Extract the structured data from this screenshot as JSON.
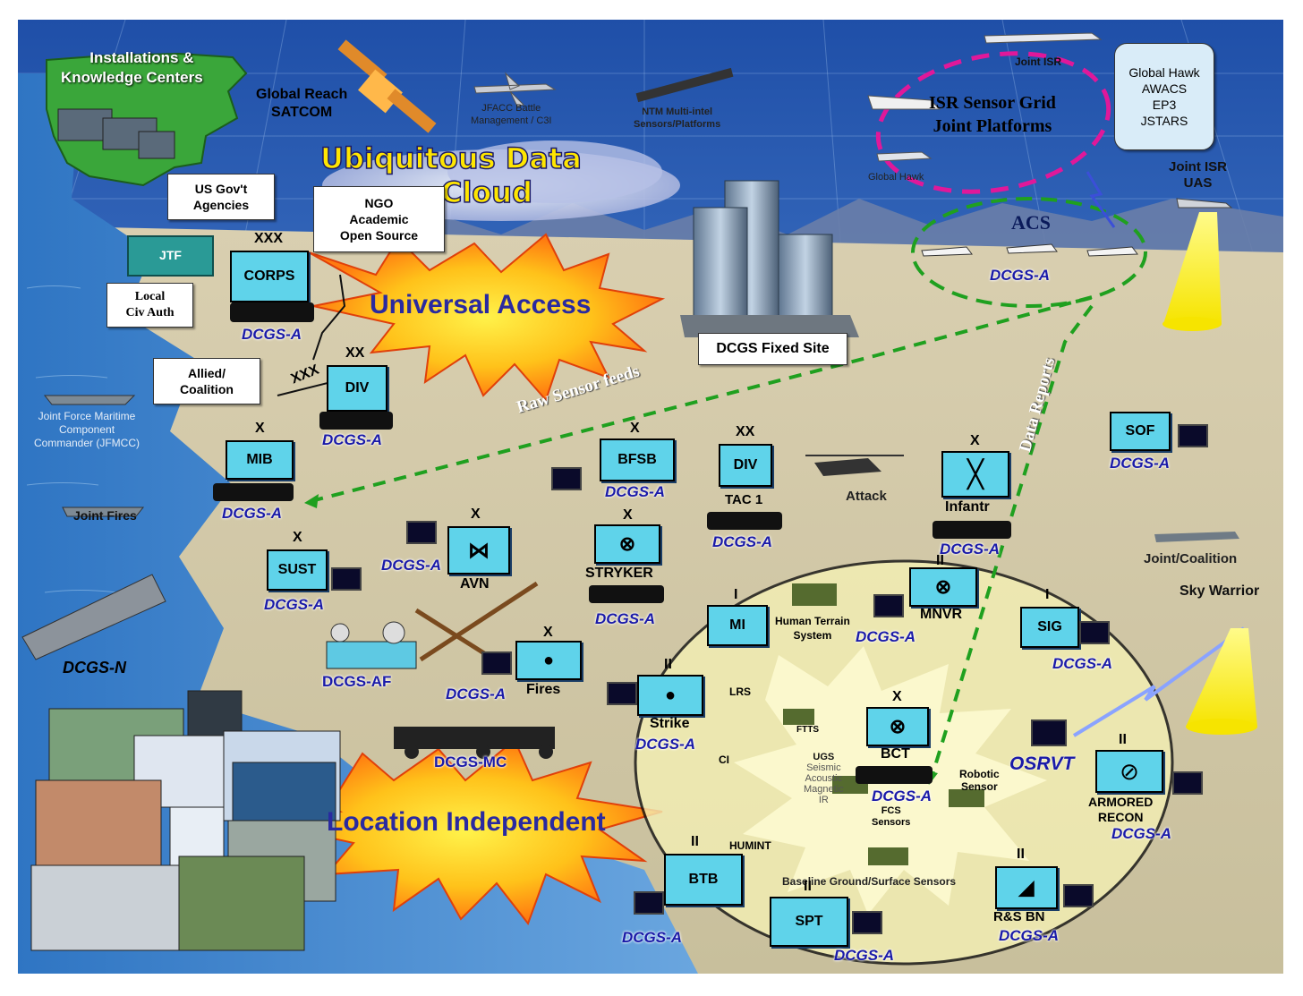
{
  "top_left": {
    "title_line1": "Installations &",
    "title_line2": "Knowledge Centers"
  },
  "satcom": {
    "line1": "Global Reach",
    "line2": "SATCOM"
  },
  "jfacc": {
    "line1": "JFACC Battle",
    "line2": "Management / C3I"
  },
  "ntm": {
    "line1": "NTM Multi-intel",
    "line2": "Sensors/Platforms"
  },
  "cloud": {
    "line1": "Ubiquitous Data",
    "line2": "Cloud"
  },
  "isr": {
    "joint_isr": "Joint ISR",
    "title_line1": "ISR Sensor Grid",
    "title_line2": "Joint Platforms",
    "global_hawk": "Global Hawk",
    "box": [
      "Global Hawk",
      "AWACS",
      "EP3",
      "JSTARS"
    ]
  },
  "uas": {
    "line1": "Joint ISR",
    "line2": "UAS"
  },
  "acs": {
    "label": "ACS",
    "dcgs": "DCGS-A"
  },
  "boxes": {
    "usgov": [
      "US Gov't",
      "Agencies"
    ],
    "ngo": [
      "NGO",
      "Academic",
      "Open Source"
    ],
    "local": [
      "Local",
      "Civ Auth"
    ],
    "allied": [
      "Allied/",
      "Coalition"
    ],
    "fixed_site": "DCGS Fixed Site"
  },
  "jtf": "JTF",
  "bursts": {
    "universal": "Universal Access",
    "location": "Location Independent"
  },
  "flows": {
    "raw": "Raw Sensor feeds",
    "reports": "Data Reports"
  },
  "maritime": {
    "jfmcc": [
      "Joint Force Maritime",
      "Component",
      "Commander (JFMCC)"
    ],
    "joint_fires": "Joint Fires",
    "dcgs_n": "DCGS-N"
  },
  "units": {
    "corps": {
      "ech": "XXX",
      "label": "CORPS",
      "dcgs": "DCGS-A",
      "xxx": "XXX"
    },
    "div": {
      "ech": "XX",
      "label": "DIV",
      "dcgs": "DCGS-A"
    },
    "mib": {
      "ech": "X",
      "label": "MIB",
      "dcgs": "DCGS-A"
    },
    "sust": {
      "ech": "X",
      "label": "SUST",
      "dcgs": "DCGS-A"
    },
    "avn": {
      "ech": "X",
      "label": "AVN",
      "dcgs": "DCGS-A"
    },
    "bfsb": {
      "ech": "X",
      "label": "BFSB",
      "dcgs": "DCGS-A"
    },
    "stryker": {
      "ech": "X",
      "label": "STRYKER",
      "dcgs": "DCGS-A"
    },
    "div2": {
      "ech": "XX",
      "label": "DIV",
      "sub": "TAC 1",
      "dcgs": "DCGS-A"
    },
    "infantry": {
      "ech": "X",
      "label": "Infantr",
      "dcgs": "DCGS-A"
    },
    "sof": {
      "label": "SOF",
      "dcgs": "DCGS-A"
    },
    "fires": {
      "ech": "X",
      "label": "Fires",
      "dcgs": "DCGS-A"
    },
    "mi": {
      "ech": "I",
      "label": "MI"
    },
    "mnvr": {
      "ech": "II",
      "label": "MNVR",
      "dcgs": "DCGS-A"
    },
    "sig": {
      "ech": "I",
      "label": "SIG",
      "dcgs": "DCGS-A"
    },
    "strike": {
      "ech": "II",
      "label": "Strike",
      "dcgs": "DCGS-A"
    },
    "bct": {
      "ech": "X",
      "label": "BCT",
      "dcgs": "DCGS-A"
    },
    "btb": {
      "ech": "II",
      "label": "BTB",
      "dcgs": "DCGS-A"
    },
    "spt": {
      "ech": "II",
      "label": "SPT",
      "dcgs": "DCGS-A"
    },
    "rsbn": {
      "ech": "II",
      "label": "R&S BN",
      "dcgs": "DCGS-A"
    },
    "armored": {
      "ech": "II",
      "label_line1": "ARMORED",
      "label_line2": "RECON",
      "dcgs": "DCGS-A"
    }
  },
  "misc": {
    "attack": "Attack",
    "joint_coalition": "Joint/Coalition",
    "sky_warrior": "Sky Warrior",
    "osrvt": "OSRVT",
    "dcgs_af": "DCGS-AF",
    "dcgs_mc": "DCGS-MC",
    "human_terrain": [
      "Human Terrain",
      "System"
    ],
    "lrs": "LRS",
    "ci": "CI",
    "humint": "HUMINT",
    "ftts": "FTTS",
    "ugs": [
      "UGS",
      "Seismic",
      "Acoustic",
      "Magnetic",
      "IR"
    ],
    "fcs": [
      "FCS",
      "Sensors"
    ],
    "robotic": [
      "Robotic",
      "Sensor"
    ],
    "baseline": "Baseline Ground/Surface Sensors"
  },
  "colors": {
    "unit_fill": "#5fd3ea",
    "dcgs_text": "#1a1aa8",
    "green_dash": "#1fa01f",
    "magenta_dash": "#e0189a",
    "sea": "#3f86c9",
    "land": "#c9c1a0",
    "circle_fill": "#f4f0b4"
  }
}
